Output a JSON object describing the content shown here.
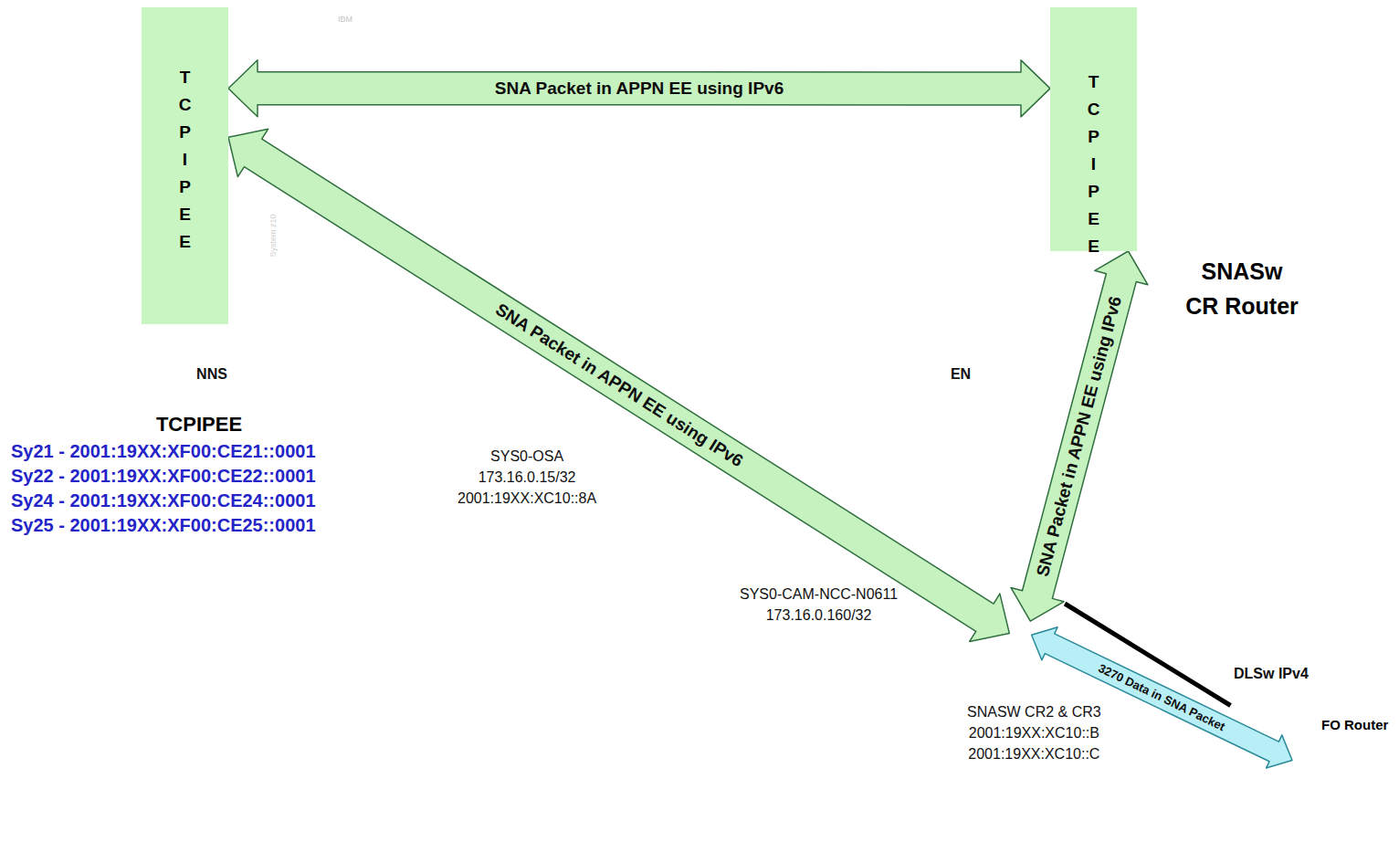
{
  "diagram": {
    "nodes": [
      {
        "text": [
          "NNS"
        ]
      },
      {
        "text": [
          "TCPIPEE"
        ],
        "in": 0
      },
      {
        "text": [
          "EN"
        ]
      },
      {
        "text": [
          "TCPIPEE"
        ],
        "in": 2
      },
      {
        "text": [
          "SYS0-OSA",
          "173.16.0.15/32",
          "2001:19XX:XC10::8A"
        ]
      },
      {
        "text": [
          "SYS0-CAM-NCC-N0611",
          "173.16.0.160/32"
        ]
      },
      {
        "text": [
          "SNASW CR2 & CR3",
          "2001:19XX:XC10::B",
          "2001:19XX:XC10::C"
        ]
      },
      {
        "text": [
          "FO Router"
        ]
      }
    ],
    "edges": [
      {
        "from": 1,
        "to": 3,
        "arrow": "both",
        "label": "SNA Packet in APPN EE using IPv6"
      },
      {
        "from": 1,
        "to": 6,
        "arrow": "both",
        "label": "SNA Packet in APPN EE using IPv6"
      },
      {
        "from": 6,
        "to": 3,
        "arrow": "both",
        "label": "SNA Packet in APPN EE using IPv6"
      },
      {
        "from": 6,
        "to": 7,
        "arrow": "none",
        "label": "DLSw IPv4"
      },
      {
        "from": 6,
        "to": 7,
        "arrow": "both",
        "label": "3270 Data in SNA Packet"
      }
    ],
    "labels": [
      "IBM",
      "System z10",
      "TCPIPEE",
      "Sy21 - 2001:19XX:XF00:CE21::0001",
      "Sy22 - 2001:19XX:XF00:CE22::0001",
      "Sy24 - 2001:19XX:XF00:CE24::0001",
      "Sy25 - 2001:19XX:XF00:CE25::0001",
      "SNASw CR Router"
    ]
  }
}
